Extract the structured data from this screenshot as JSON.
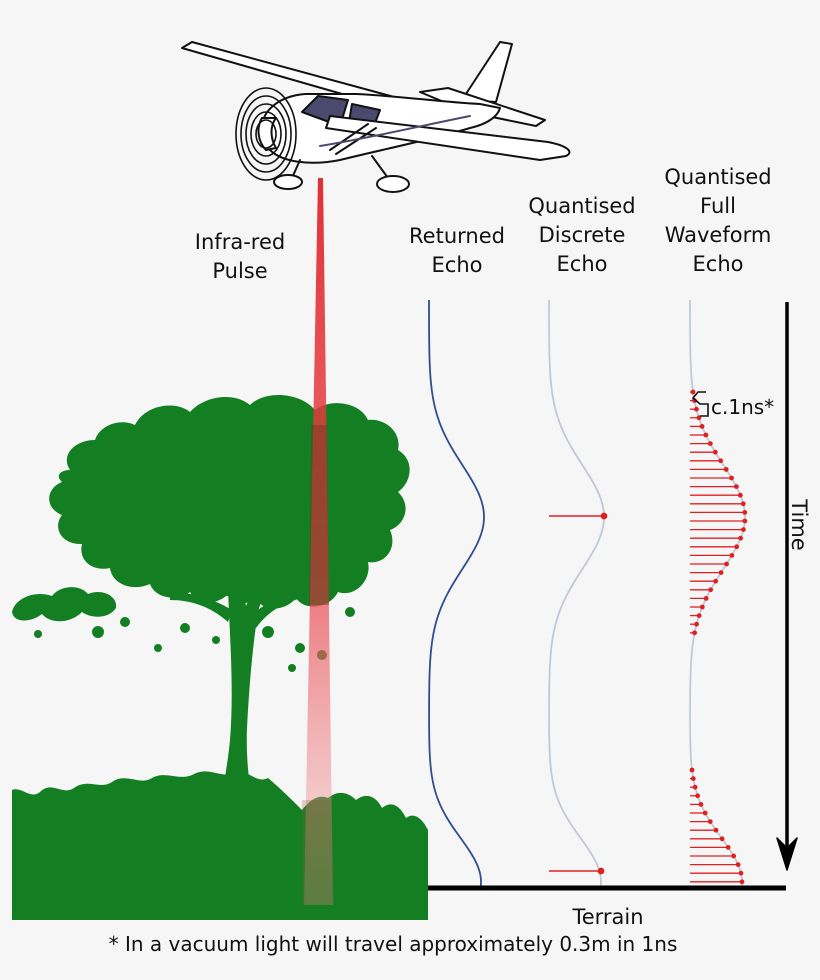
{
  "labels": {
    "pulse": "Infra-red\nPulse",
    "returned_echo": "Returned\nEcho",
    "discrete_echo": "Quantised\nDiscrete\nEcho",
    "full_waveform_echo": "Quantised\nFull\nWaveform\nEcho",
    "sample_interval": "c.1ns*",
    "time_axis": "Time",
    "terrain": "Terrain",
    "footnote": "* In a vacuum light will travel approximately 0.3m in 1ns"
  },
  "colors": {
    "background": "#f6f6f6",
    "vegetation": "#137f22",
    "pulse_beam": "#e0252b",
    "returned_curve": "#2d4f8e",
    "faint_curve": "#bfc9d8",
    "sample_marks": "#e02020",
    "ground_line": "#000000",
    "aircraft_body": "#ffffff",
    "aircraft_window": "#4a4a6e"
  },
  "icons": {
    "aircraft": "light-aircraft-icon",
    "tree": "tree-silhouette-icon",
    "time_arrow": "arrow-down-icon"
  }
}
